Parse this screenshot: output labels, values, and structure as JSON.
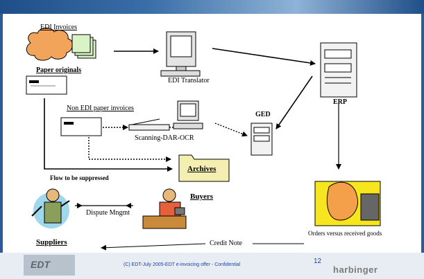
{
  "labels": {
    "edi_invoices": "EDI Invoices",
    "paper_originals": "Paper originals",
    "edi_translator": "EDI Translator",
    "erp": "ERP",
    "non_edi_paper_invoices": "Non EDI paper invoices",
    "ged": "GED",
    "scanning": "Scanning-DAR-OCR",
    "archives": "Archives",
    "flow_suppressed": "Flow to be suppressed",
    "buyers": "Buyers",
    "dispute": "Dispute Mngmt",
    "suppliers": "Suppliers",
    "orders_vs_received": "Orders versus received goods",
    "credit_note": "Credit Note"
  },
  "footer": {
    "copyright": "(C) EDT-July 2005-EDT e-invoicing offer - Confidential",
    "page_number": "12",
    "brand": "harbinger",
    "left_logo": "EDT"
  },
  "colors": {
    "frame_blue": "#2a5d97",
    "cloud": "#f2a55a",
    "paper": "#d9f2c6",
    "folder": "#f4efb0",
    "brand_gray": "#7a7a7a",
    "footer_blue": "#1f3f9e"
  }
}
